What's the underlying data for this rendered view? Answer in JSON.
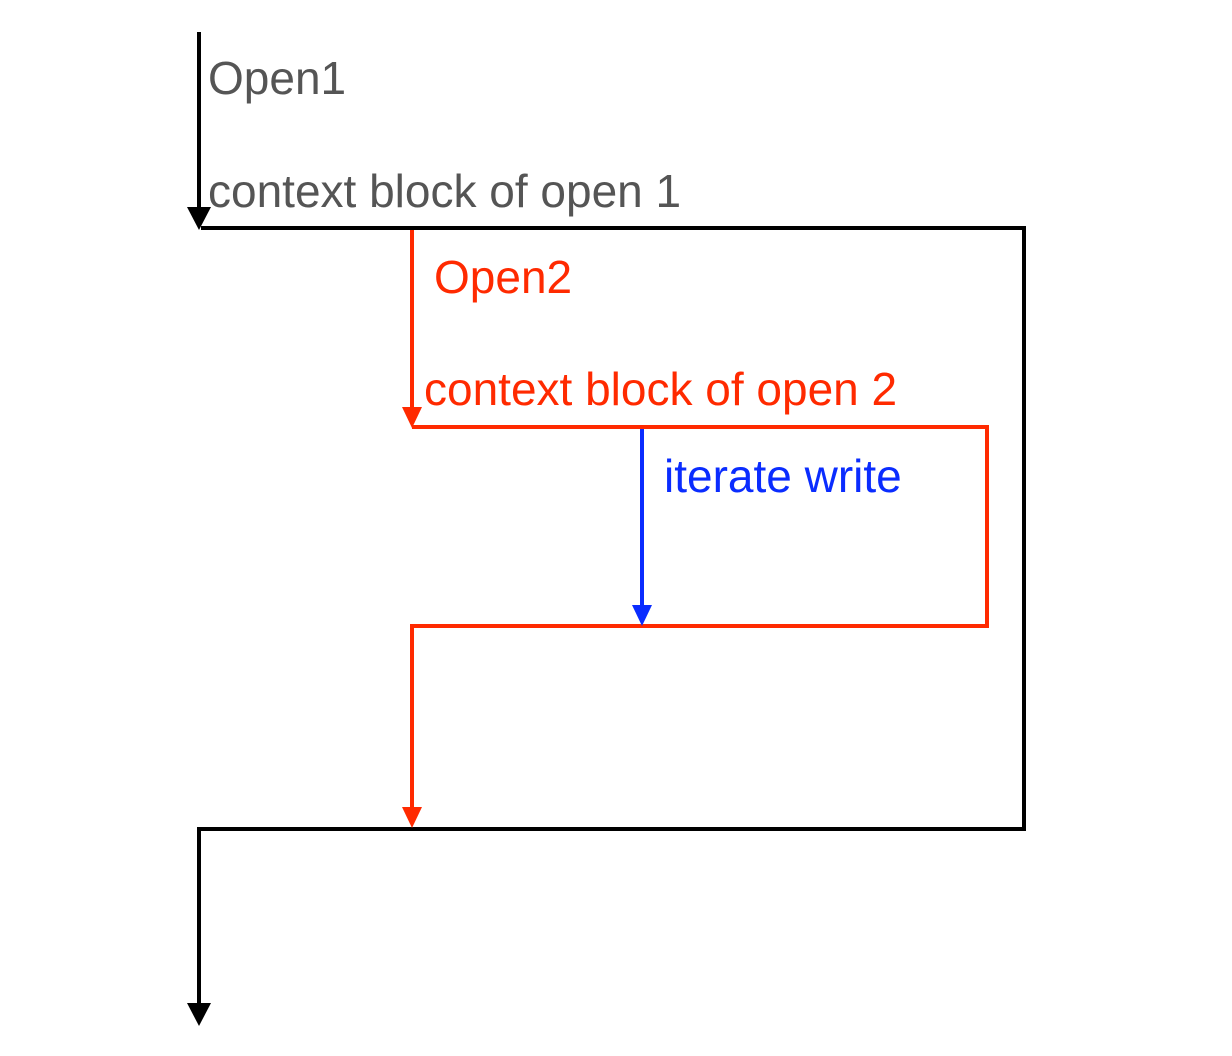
{
  "colors": {
    "outer": "#000000",
    "outer_text": "#555555",
    "inner": "#ff2a00",
    "innermost": "#0a2cff",
    "background": "#ffffff"
  },
  "labels": {
    "open1": "Open1",
    "context1": "context block of open 1",
    "open2": "Open2",
    "context2": "context block of open 2",
    "iterate": "iterate write"
  }
}
